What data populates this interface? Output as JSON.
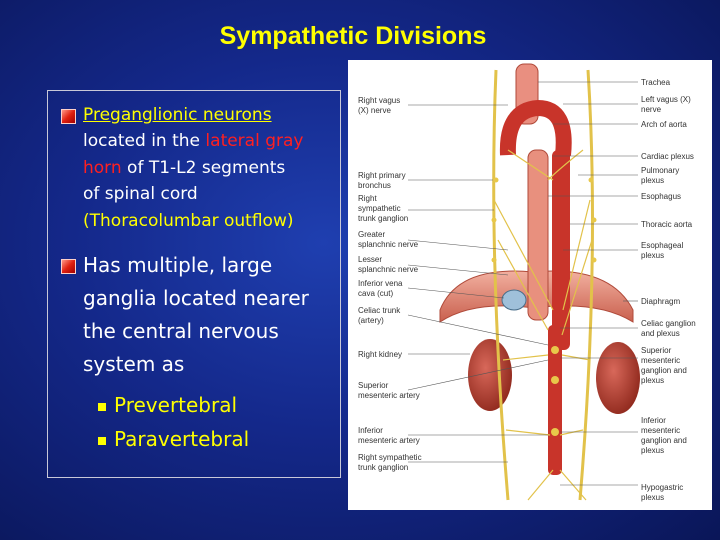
{
  "slide": {
    "title": "Sympathetic Divisions"
  },
  "content": {
    "bullet1": {
      "l1": "Preganglionic neurons",
      "l2a": "located in the ",
      "l2b": "lateral gray",
      "l3a": "horn",
      "l3b": " of T1-L2 segments",
      "l4": "of spinal cord",
      "l5": "(Thoracolumbar  outflow)"
    },
    "bullet2": {
      "l1": "Has multiple, large",
      "l2": "ganglia located nearer",
      "l3": "the central nervous",
      "l4": "system as"
    },
    "sub_bullets": [
      "Prevertebral",
      "Paravertebral"
    ]
  },
  "figure": {
    "labels_left": [
      "Right vagus",
      "(X) nerve",
      "Right primary",
      "bronchus",
      "Right",
      "sympathetic",
      "trunk ganglion",
      "Greater",
      "splanchnic nerve",
      "Lesser",
      "splanchnic nerve",
      "Inferior vena",
      "cava (cut)",
      "Celiac trunk",
      "(artery)",
      "Right kidney",
      "Superior",
      "mesenteric artery",
      "Inferior",
      "mesenteric artery",
      "Right sympathetic",
      "trunk ganglion"
    ],
    "labels_right": [
      "Trachea",
      "Left vagus (X)",
      "nerve",
      "Arch of aorta",
      "Cardiac plexus",
      "Pulmonary",
      "plexus",
      "Esophagus",
      "Thoracic aorta",
      "Esophageal",
      "plexus",
      "Diaphragm",
      "Celiac ganglion",
      "and plexus",
      "Superior",
      "mesenteric",
      "ganglion and",
      "plexus",
      "Inferior",
      "mesenteric",
      "ganglion and",
      "plexus",
      "Hypogastric",
      "plexus"
    ]
  }
}
